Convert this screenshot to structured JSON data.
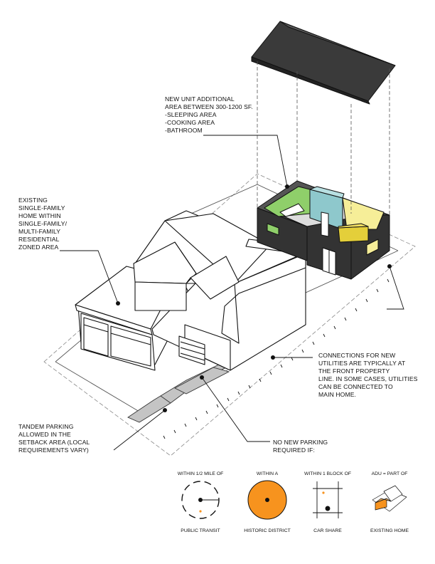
{
  "callouts": {
    "new_unit": [
      "NEW UNIT ADDITIONAL",
      "AREA BETWEEN 300-1200 SF.",
      "-SLEEPING AREA",
      "-COOKING AREA",
      "-BATHROOM"
    ],
    "existing_home": [
      "EXISTING",
      "SINGLE-FAMILY",
      "HOME WITHIN",
      "SINGLE-FAMILY/",
      "MULTI-FAMILY",
      "RESIDENTIAL",
      "ZONED AREA"
    ],
    "utilities": [
      "CONNECTIONS FOR NEW",
      "UTILITIES ARE TYPICALLY AT",
      "THE FRONT PROPERTY",
      "LINE. IN SOME CASES, UTILITIES",
      "CAN BE CONNECTED TO",
      "MAIN HOME."
    ],
    "tandem_parking": [
      "TANDEM PARKING",
      "ALLOWED IN THE",
      "SETBACK AREA (LOCAL",
      "REQUIREMENTS VARY)"
    ],
    "no_parking": [
      "NO NEW PARKING",
      "REQUIRED IF:"
    ]
  },
  "conditions": [
    {
      "top": "WITHIN 1/2 MILE OF",
      "bottom": "PUBLIC TRANSIT",
      "icon": "transit-radius-icon"
    },
    {
      "top": "WITHIN A",
      "bottom": "HISTORIC DISTRICT",
      "icon": "historic-district-icon"
    },
    {
      "top": "WITHIN 1 BLOCK OF",
      "bottom": "CAR SHARE",
      "icon": "car-share-block-icon"
    },
    {
      "top": "ADU = PART OF",
      "bottom": "EXISTING HOME",
      "icon": "adu-part-of-home-icon"
    }
  ],
  "colors": {
    "roof": "#3a3a3a",
    "adu_exterior": "#333333",
    "bedroom": "#8fcf6a",
    "bathroom": "#8ec8cc",
    "kitchen": "#f6ee98",
    "cabinet": "#e4cf3a",
    "parking": "#c4c4c4",
    "historic": "#f7931e",
    "accent_orange": "#f7931e"
  }
}
